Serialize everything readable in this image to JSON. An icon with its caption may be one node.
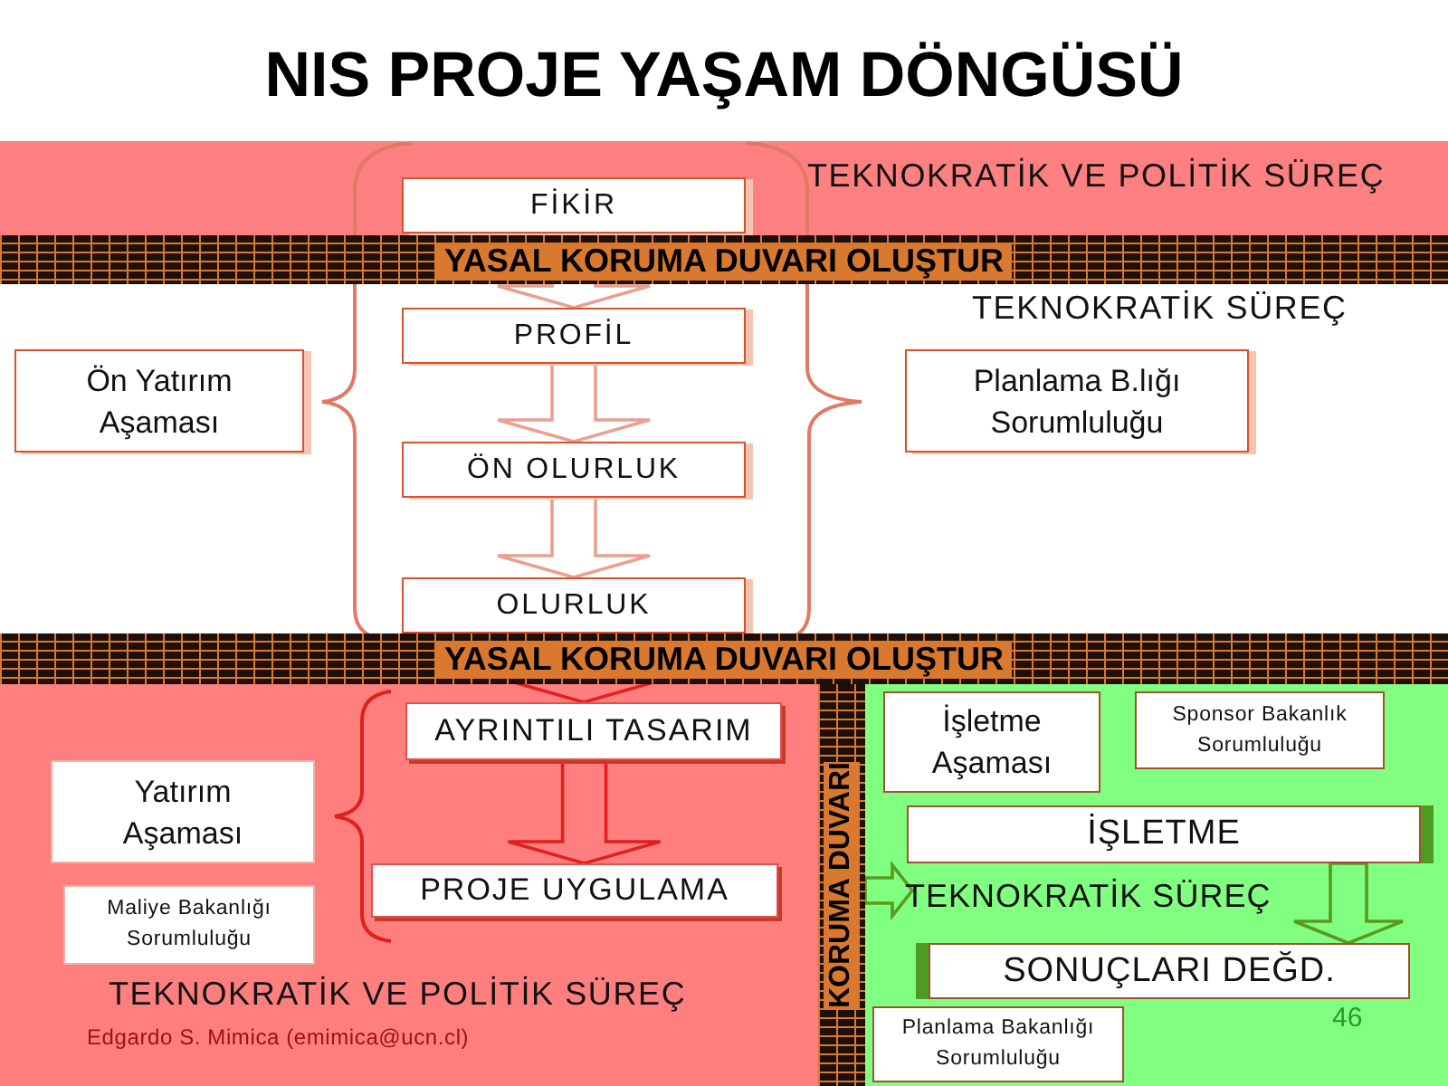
{
  "diagram": {
    "title": "NIS PROJE YAŞAM DÖNGÜSÜ",
    "nodes": [
      {
        "text": [
          "TEKNOKRATİK VE POLİTİK SÜREÇ"
        ]
      },
      {
        "text": [
          "FİKİR"
        ],
        "in": 0
      },
      {
        "text": [
          "YASAL KORUMA DUVARI OLUŞTUR"
        ]
      },
      {
        "text": [
          "PROFİL"
        ]
      },
      {
        "text": [
          "ÖN OLURLUK"
        ]
      },
      {
        "text": [
          "OLURLUK"
        ]
      },
      {
        "text": [
          "Ön Yatırım Aşaması"
        ]
      },
      {
        "text": [
          "Planlama B.lığı Sorumluluğu"
        ]
      },
      {
        "text": [
          "YASAL KORUMA DUVARI OLUŞTUR"
        ]
      },
      {
        "text": [
          "TEKNOKRATİK VE POLİTİK SÜREÇ"
        ]
      },
      {
        "text": [
          "AYRINTILI TASARIM"
        ],
        "in": 9
      },
      {
        "text": [
          "PROJE UYGULAMA"
        ],
        "in": 9
      },
      {
        "text": [
          "Yatırım Aşaması"
        ],
        "in": 9
      },
      {
        "text": [
          "Maliye Bakanlığı Sorumluluğu"
        ],
        "in": 9
      },
      {
        "text": [
          "KORUMA DUVARI"
        ]
      },
      {
        "text": [
          "TEKNOKRATİK SÜREÇ"
        ]
      },
      {
        "text": [
          "İşletme Aşaması"
        ],
        "in": 15
      },
      {
        "text": [
          "Sponsor Bakanlık Sorumluluğu"
        ],
        "in": 15
      },
      {
        "text": [
          "İŞLETME"
        ],
        "in": 15
      },
      {
        "text": [
          "SONUÇLARI DEĞD."
        ],
        "in": 15
      },
      {
        "text": [
          "Planlama Bakanlığı Sorumluluğu"
        ],
        "in": 15
      }
    ],
    "edges": [
      {
        "from": 1,
        "to": 3,
        "arrow": "to"
      },
      {
        "from": 3,
        "to": 4,
        "arrow": "to"
      },
      {
        "from": 4,
        "to": 5,
        "arrow": "to"
      },
      {
        "from": 5,
        "to": 10,
        "arrow": "to",
        "color": "#e02020"
      },
      {
        "from": 10,
        "to": 11,
        "arrow": "to",
        "color": "#e02020"
      },
      {
        "from": 14,
        "to": null,
        "arrow": "to",
        "color": "#5a9a20"
      },
      {
        "from": 18,
        "to": 19,
        "arrow": "to",
        "color": "#5a9a20"
      }
    ],
    "labels": [
      "TEKNOKRATİK SÜREÇ",
      "Edgardo S. Mimica (emimica@ucn.cl)",
      "46"
    ]
  }
}
